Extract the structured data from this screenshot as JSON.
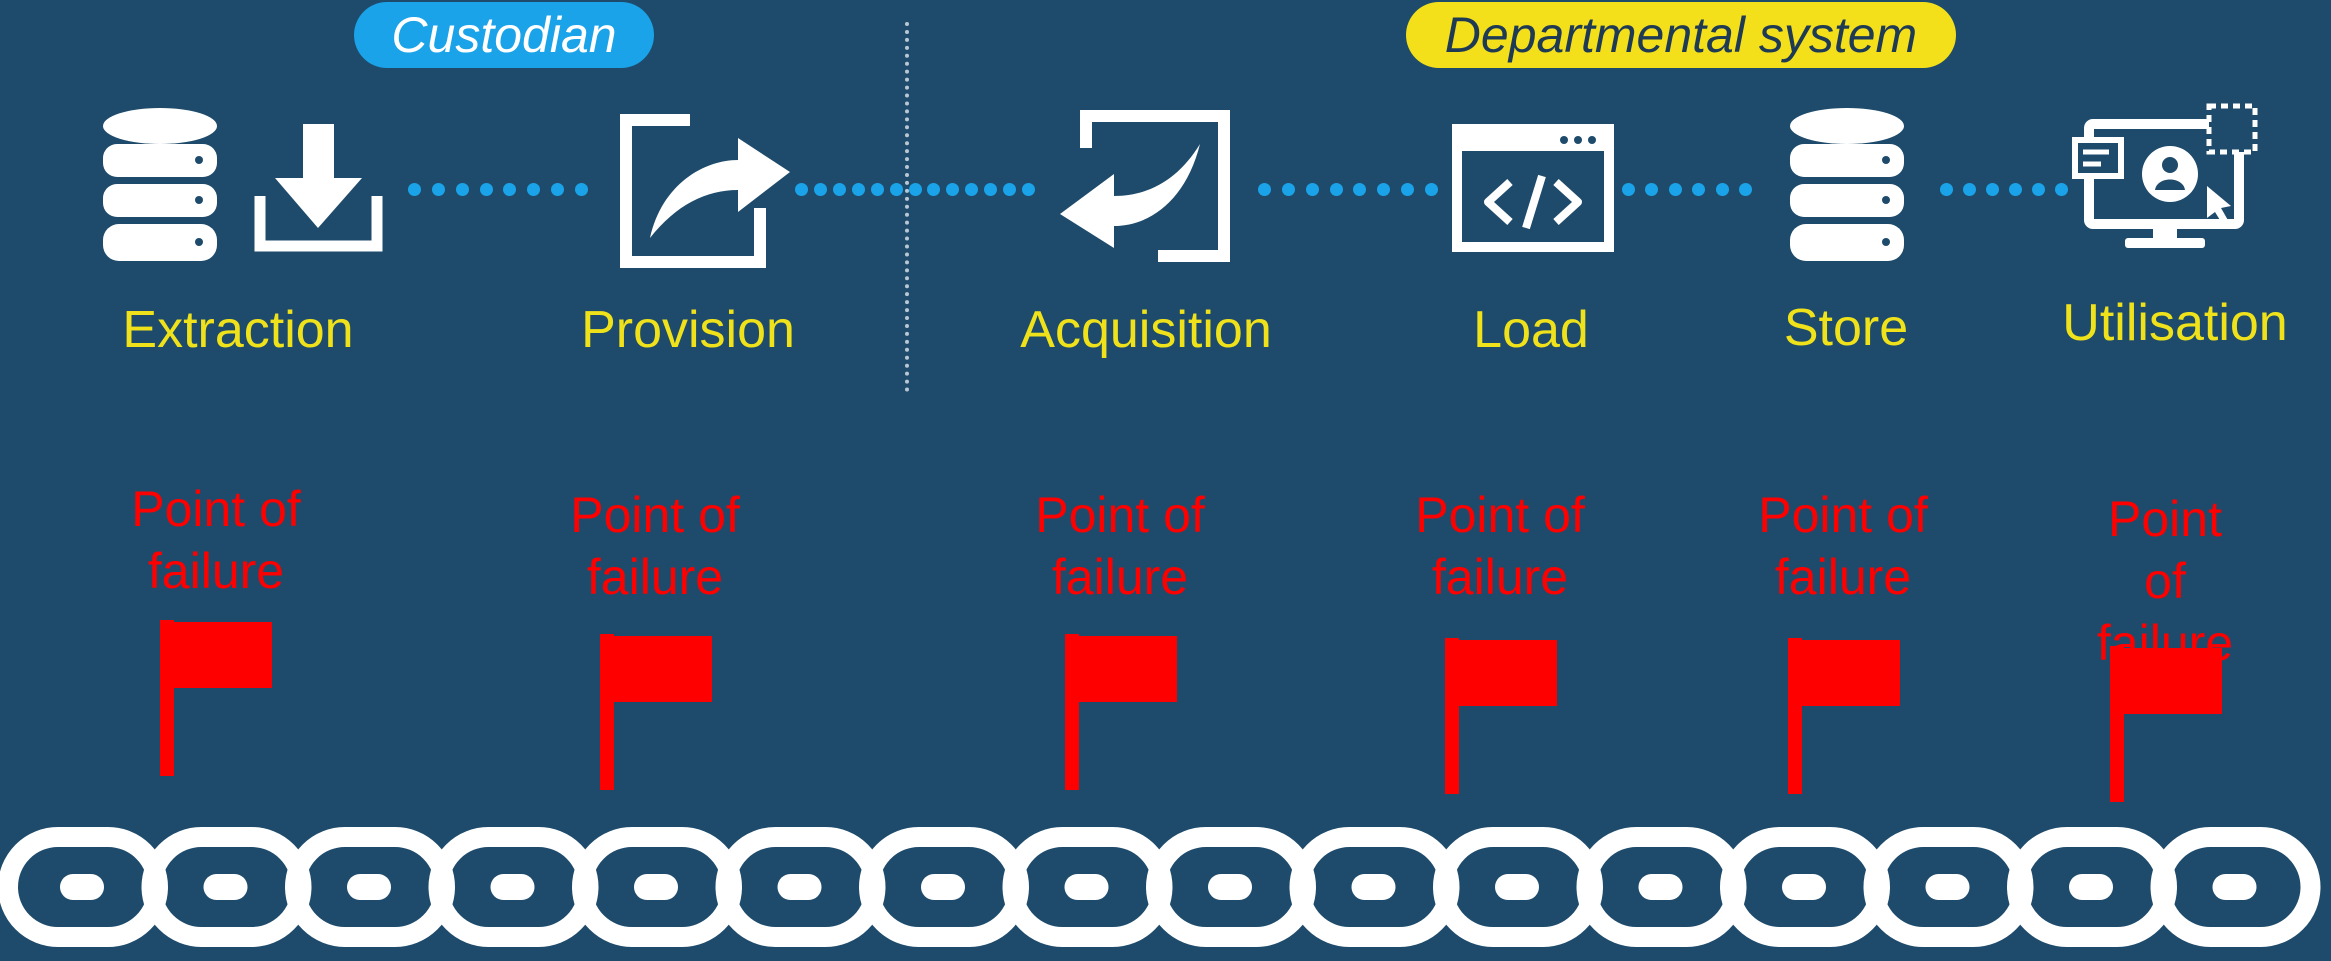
{
  "roles": {
    "custodian": "Custodian",
    "departmental": "Departmental system"
  },
  "stages": [
    {
      "label": "Extraction",
      "icon": "database-download-icon"
    },
    {
      "label": "Provision",
      "icon": "share-arrow-icon"
    },
    {
      "label": "Acquisition",
      "icon": "return-arrow-icon"
    },
    {
      "label": "Load",
      "icon": "code-window-icon"
    },
    {
      "label": "Store",
      "icon": "database-icon"
    },
    {
      "label": "Utilisation",
      "icon": "monitor-user-icon"
    }
  ],
  "failure_points": [
    {
      "line1": "Point of",
      "line2": "failure"
    },
    {
      "line1": "Point of",
      "line2": "failure"
    },
    {
      "line1": "Point of",
      "line2": "failure"
    },
    {
      "line1": "Point of",
      "line2": "failure"
    },
    {
      "line1": "Point of",
      "line2": "failure"
    },
    {
      "line1": "Point of",
      "line2": "failure"
    }
  ],
  "colors": {
    "background": "#1e4b6b",
    "custodian_pill": "#1aa3e8",
    "departmental_pill": "#f3e01a",
    "stage_label": "#f0e21a",
    "failure": "#ff0000",
    "connector": "#1aa3e8",
    "icon": "#ffffff"
  }
}
